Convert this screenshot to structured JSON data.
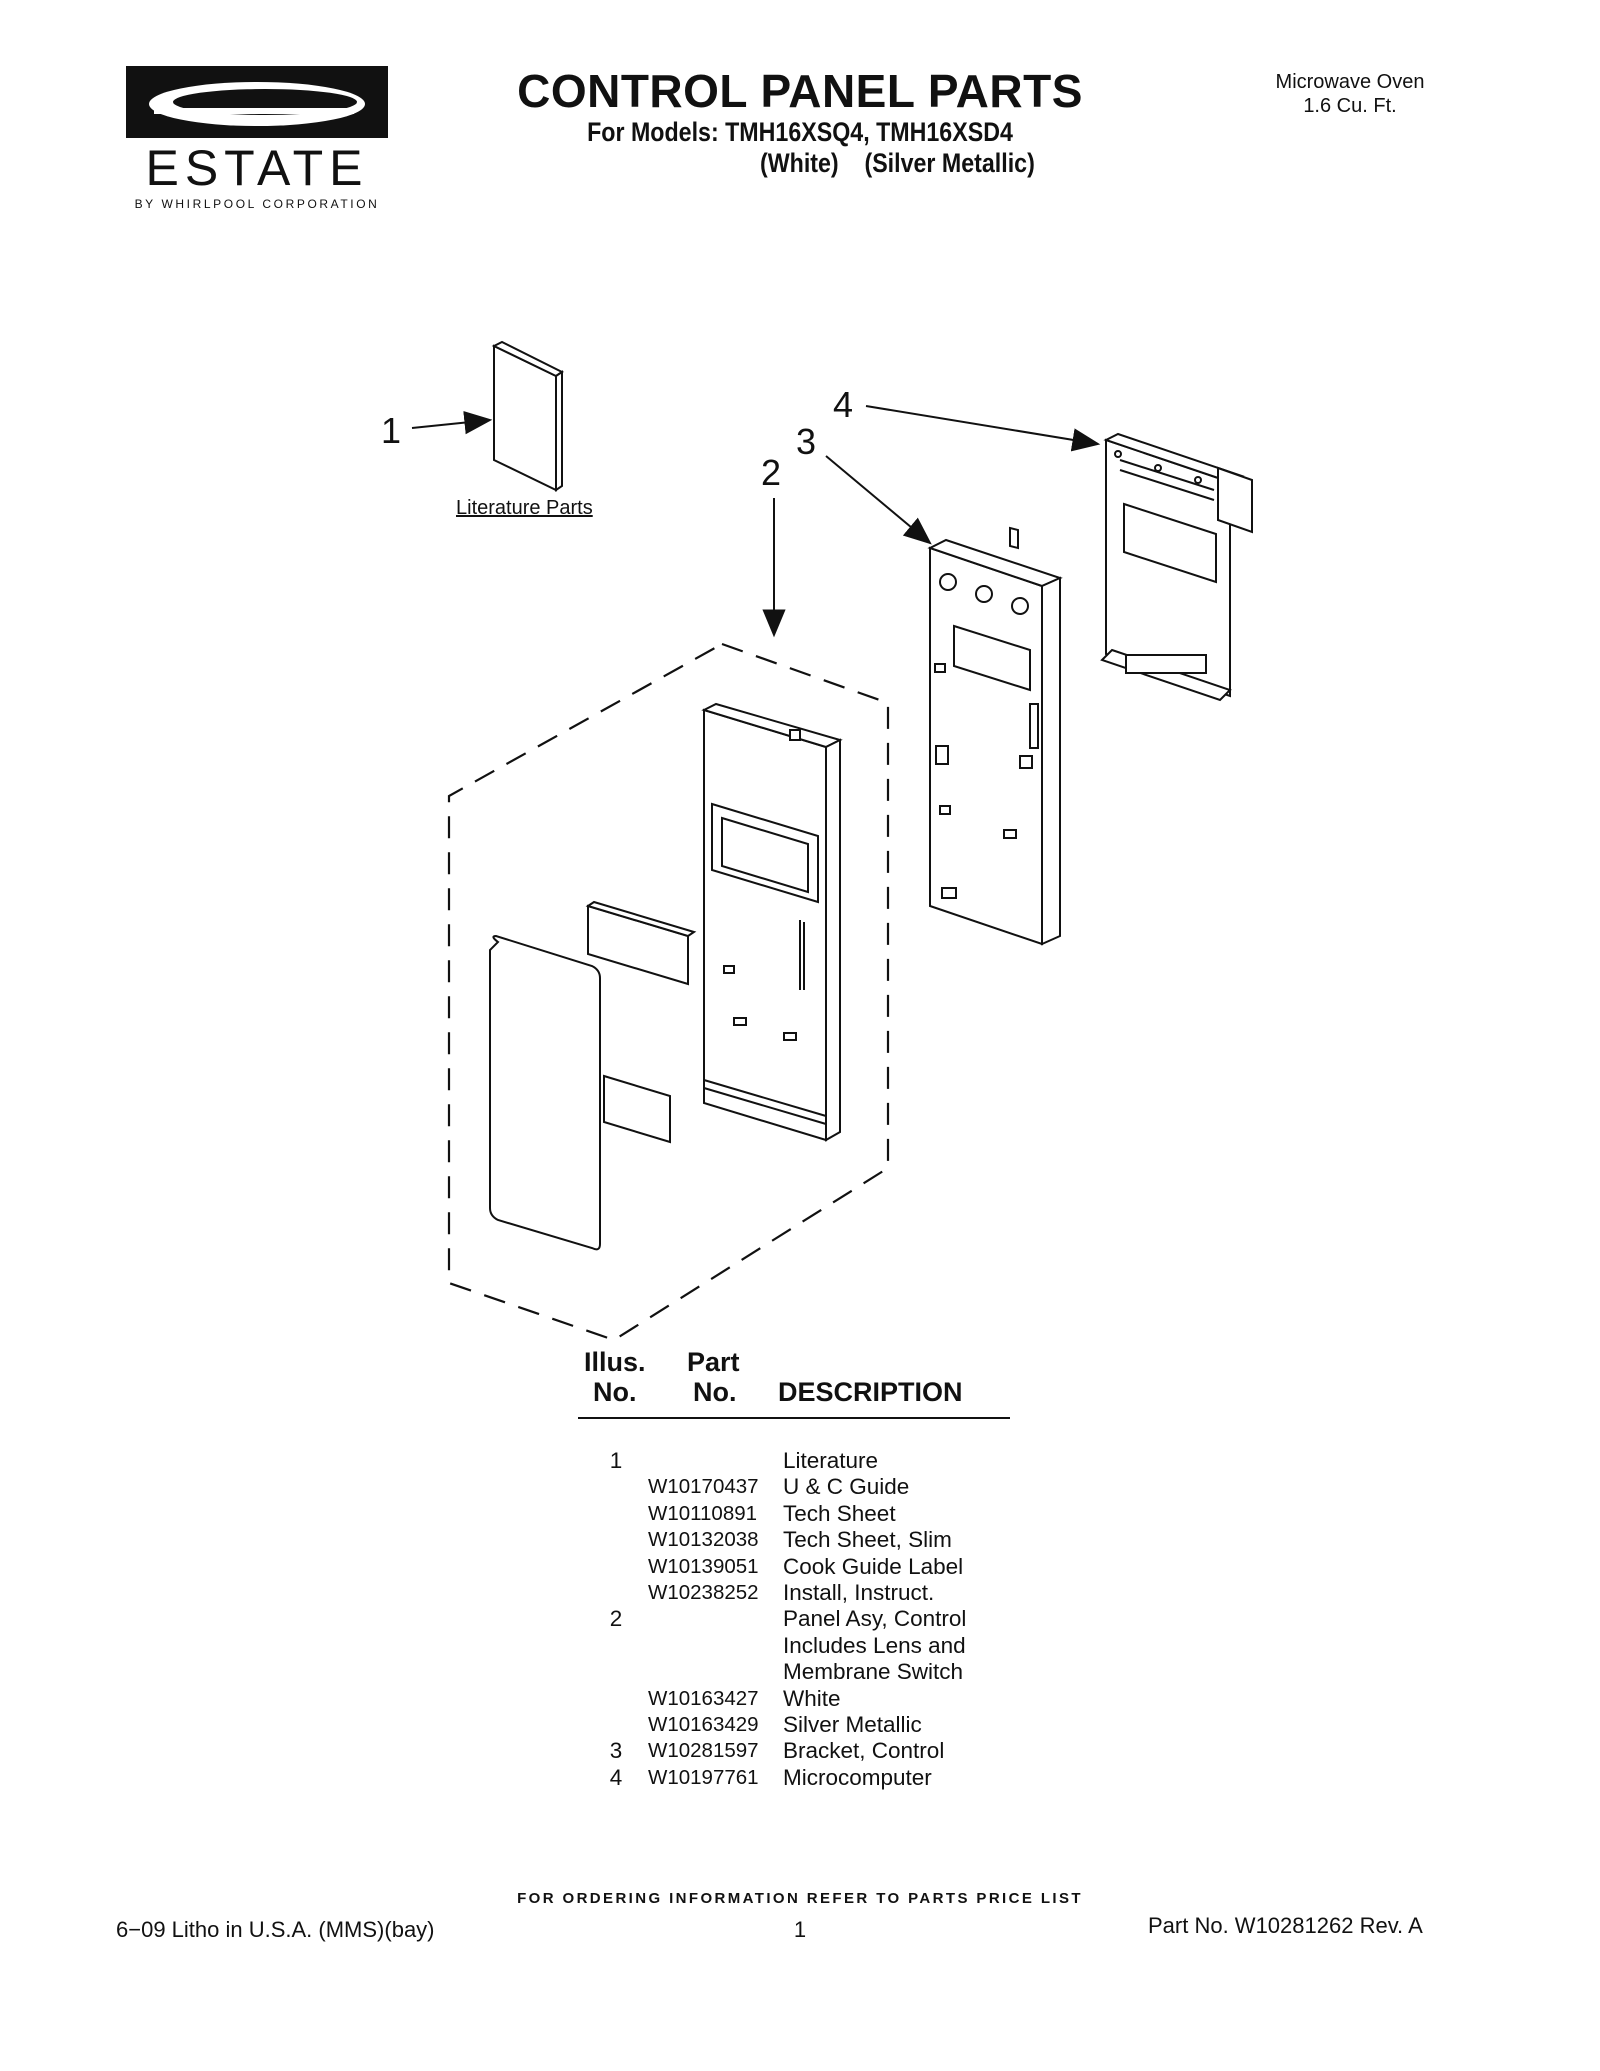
{
  "header": {
    "brand": "ESTATE",
    "brand_sub": "BY WHIRLPOOL CORPORATION",
    "title": "CONTROL PANEL PARTS",
    "models": "For Models: TMH16XSQ4, TMH16XSD4",
    "variants": "(White)    (Silver Metallic)",
    "product_type_line1": "Microwave Oven",
    "product_type_line2": "1.6 Cu. Ft."
  },
  "diagram": {
    "callouts": [
      "1",
      "2",
      "3",
      "4"
    ],
    "literature_label": "Literature Parts"
  },
  "table": {
    "headers": {
      "illus_line1": "Illus.",
      "illus_line2": "No.",
      "part_line1": "Part",
      "part_line2": "No.",
      "description": "DESCRIPTION"
    },
    "rows": [
      {
        "illus": "1",
        "part": "",
        "desc": "Literature"
      },
      {
        "illus": "",
        "part": "W10170437",
        "desc": "U & C Guide"
      },
      {
        "illus": "",
        "part": "W10110891",
        "desc": "Tech Sheet"
      },
      {
        "illus": "",
        "part": "W10132038",
        "desc": "Tech Sheet, Slim"
      },
      {
        "illus": "",
        "part": "W10139051",
        "desc": "Cook Guide Label"
      },
      {
        "illus": "",
        "part": "W10238252",
        "desc": "Install, Instruct."
      },
      {
        "illus": "2",
        "part": "",
        "desc": "Panel Asy, Control"
      },
      {
        "illus": "",
        "part": "",
        "desc": "Includes Lens and"
      },
      {
        "illus": "",
        "part": "",
        "desc": "Membrane Switch"
      },
      {
        "illus": "",
        "part": "W10163427",
        "desc": "White"
      },
      {
        "illus": "",
        "part": "W10163429",
        "desc": "Silver Metallic"
      },
      {
        "illus": "3",
        "part": "W10281597",
        "desc": "Bracket, Control"
      },
      {
        "illus": "4",
        "part": "W10197761",
        "desc": "Microcomputer"
      }
    ]
  },
  "footer": {
    "ordering_info": "FOR ORDERING INFORMATION REFER TO PARTS PRICE LIST",
    "litho": "6−09 Litho in U.S.A. (MMS)(bay)",
    "page_number": "1",
    "part_number": "Part No. W10281262 Rev. A"
  }
}
